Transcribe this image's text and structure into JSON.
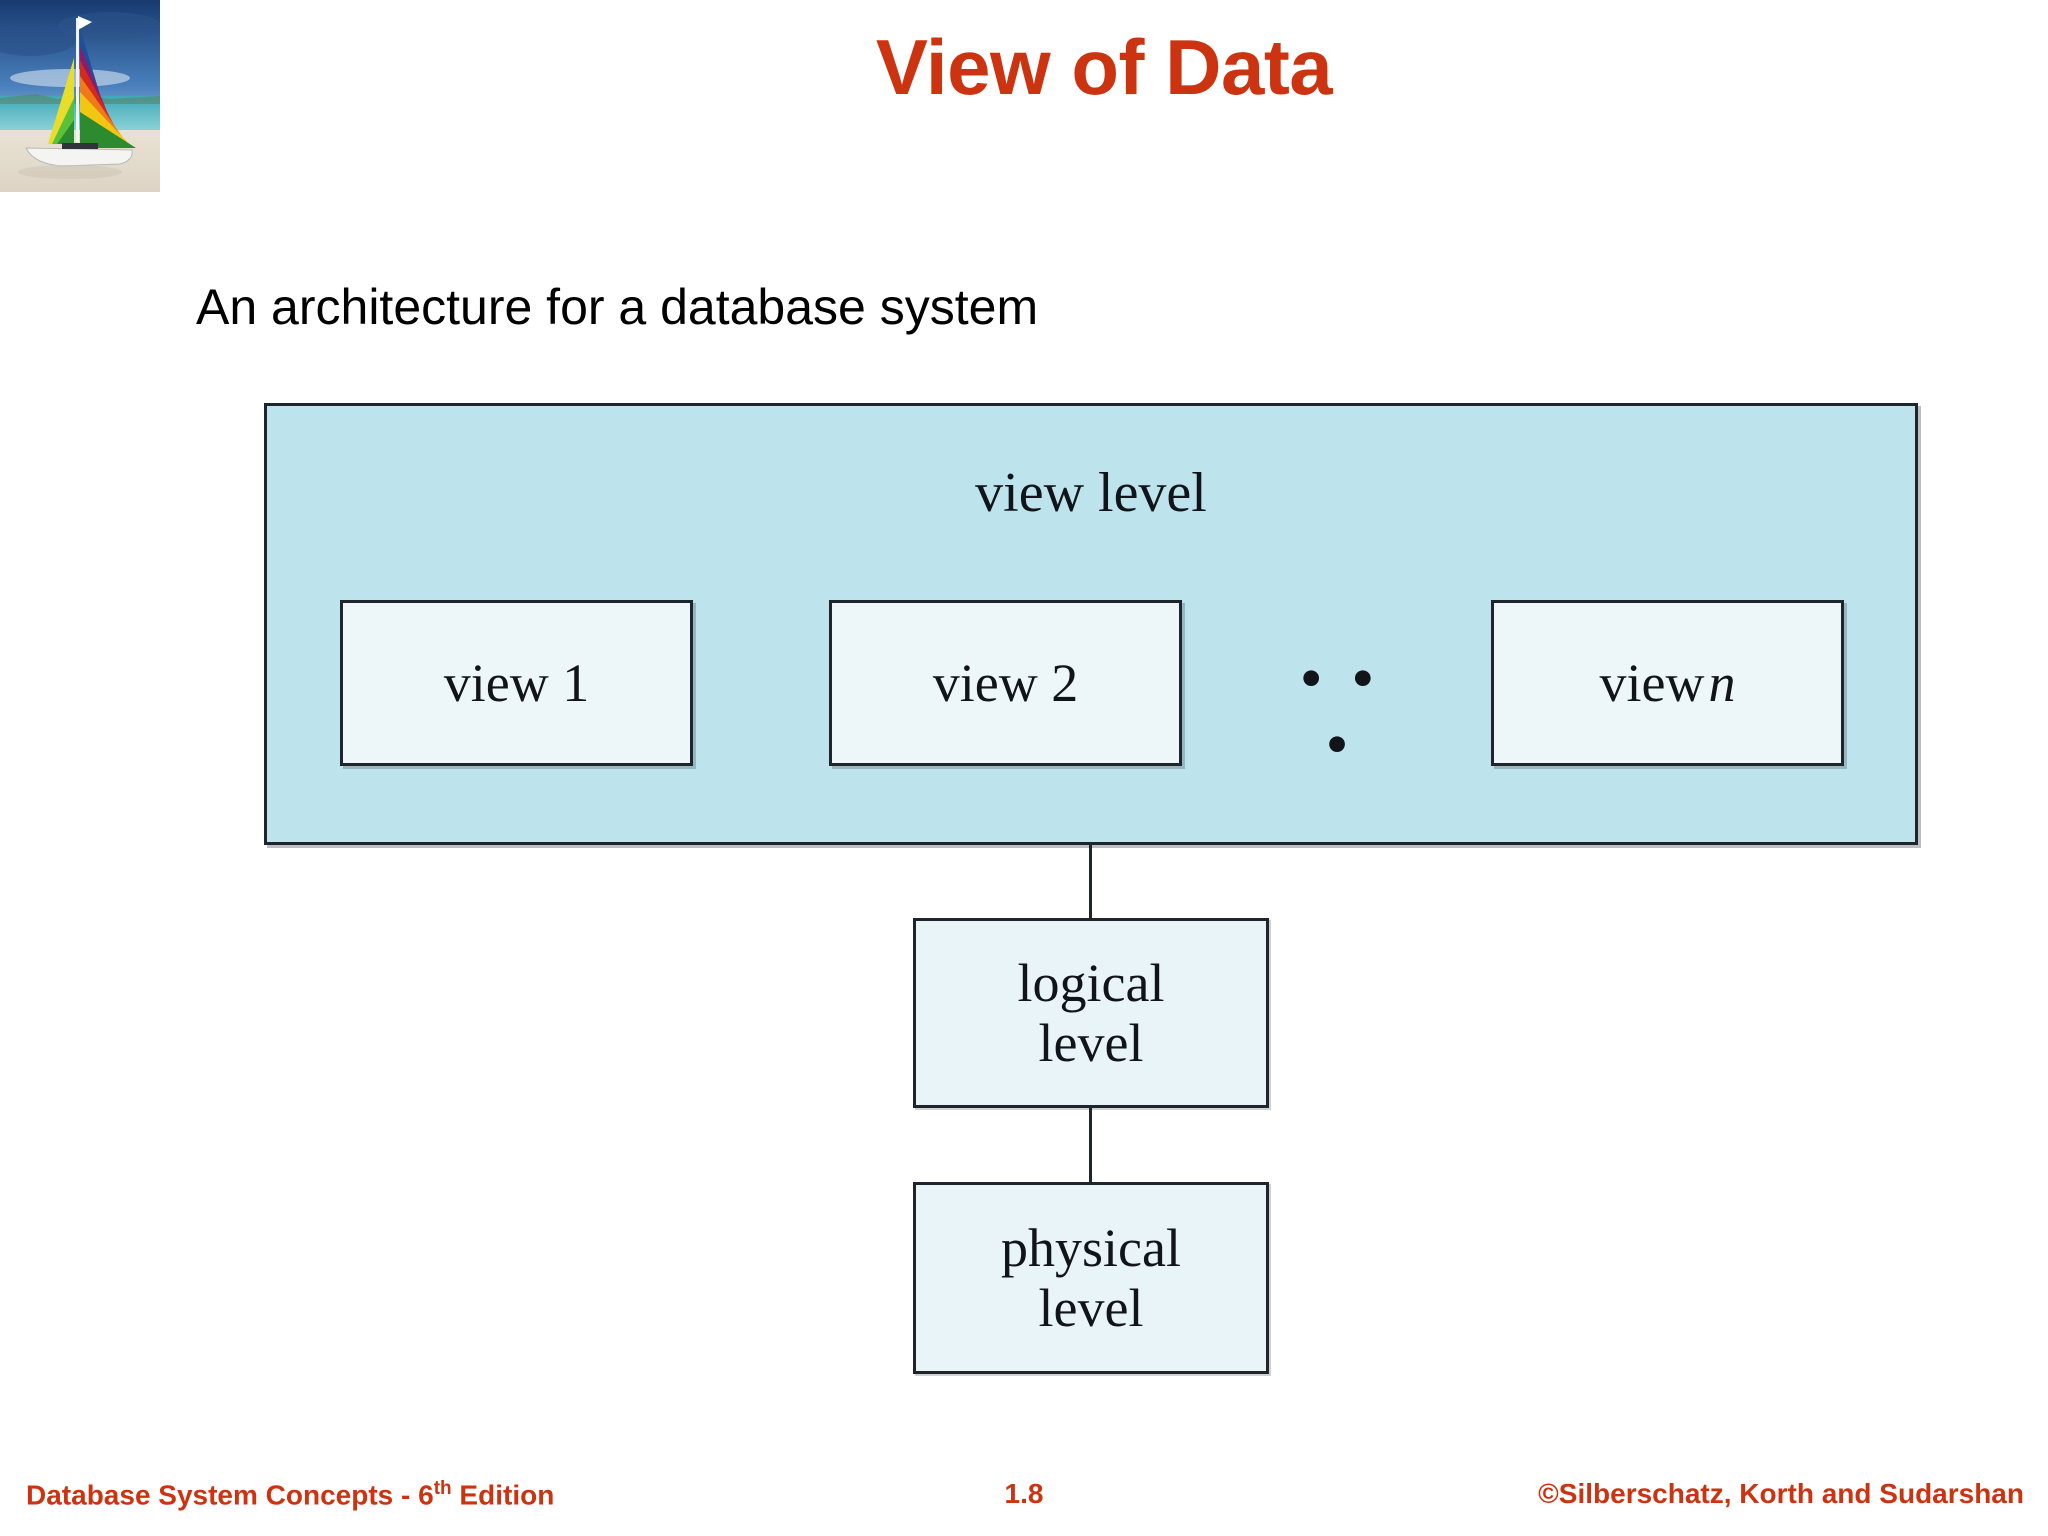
{
  "slide": {
    "title": "View of Data",
    "title_color": "#CC3311",
    "body_line": "An architecture for a database system"
  },
  "logo": {
    "name": "sailboat-photo",
    "alt": "Sailboat with rainbow sail on a beach"
  },
  "diagram": {
    "view_level": {
      "label": "view level",
      "fill_color": "#bde4ec",
      "border_color": "#20242b",
      "views": [
        {
          "label": "view 1",
          "italic_suffix": ""
        },
        {
          "label": "view 2",
          "italic_suffix": ""
        },
        {
          "label": "view",
          "italic_suffix": "n"
        }
      ],
      "ellipsis": "• • •"
    },
    "levels": [
      {
        "line1": "logical",
        "line2": "level",
        "fill_color": "#e8f4f8"
      },
      {
        "line1": "physical",
        "line2": "level",
        "fill_color": "#e8f4f8"
      }
    ]
  },
  "footer": {
    "left_text": "Database System Concepts - 6",
    "left_sup": "th",
    "left_text_tail": " Edition",
    "page_number": "1.8",
    "right_text": "©Silberschatz, Korth and Sudarshan",
    "color": "#CC3311"
  }
}
